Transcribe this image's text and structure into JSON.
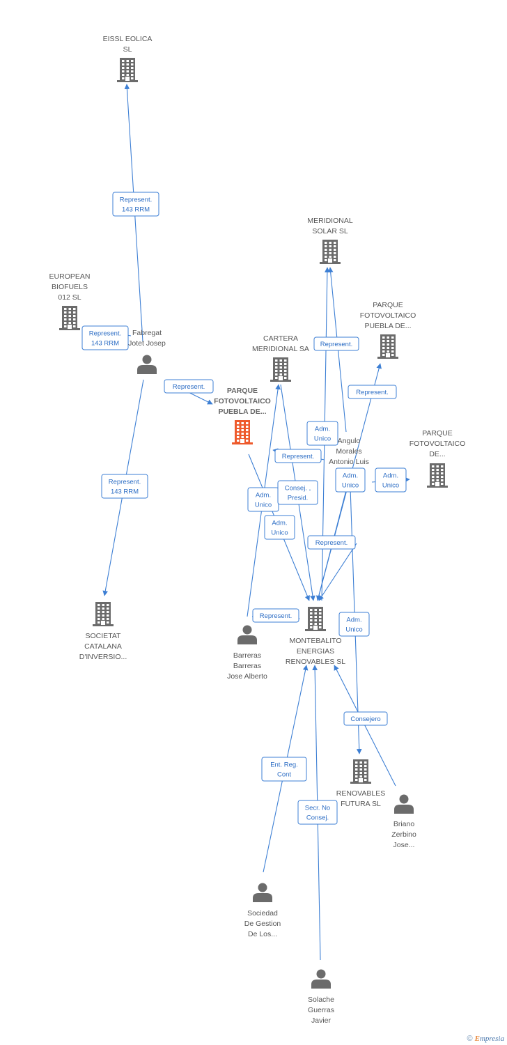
{
  "nodes": [
    {
      "id": "eissl",
      "type": "company",
      "lines": [
        "EISSL EOLICA",
        "SL"
      ]
    },
    {
      "id": "european",
      "type": "company",
      "lines": [
        "EUROPEAN",
        "BIOFUELS",
        "012 SL"
      ]
    },
    {
      "id": "fabregat",
      "type": "person",
      "lines": [
        "Fabregat",
        "Jotet Josep"
      ]
    },
    {
      "id": "focus",
      "type": "company",
      "focus": true,
      "lines": [
        "PARQUE",
        "FOTOVOLTAICO",
        "PUEBLA DE..."
      ]
    },
    {
      "id": "meridional_solar",
      "type": "company",
      "lines": [
        "MERIDIONAL",
        "SOLAR SL"
      ]
    },
    {
      "id": "cartera",
      "type": "company",
      "lines": [
        "CARTERA",
        "MERIDIONAL SA"
      ]
    },
    {
      "id": "parque2",
      "type": "company",
      "lines": [
        "PARQUE",
        "FOTOVOLTAICO",
        "PUEBLA DE..."
      ]
    },
    {
      "id": "angulo",
      "type": "person",
      "lines": [
        "Angulo",
        "Morales",
        "Antonio Luis"
      ]
    },
    {
      "id": "parque3",
      "type": "company",
      "lines": [
        "PARQUE",
        "FOTOVOLTAICO",
        "DE..."
      ]
    },
    {
      "id": "societat",
      "type": "company",
      "lines": [
        "SOCIETAT",
        "CATALANA",
        "D'INVERSIO..."
      ]
    },
    {
      "id": "montebalito",
      "type": "company",
      "lines": [
        "MONTEBALITO",
        "ENERGIAS",
        "RENOVABLES SL"
      ]
    },
    {
      "id": "barreras",
      "type": "person",
      "lines": [
        "Barreras",
        "Barreras",
        "Jose Alberto"
      ]
    },
    {
      "id": "renovables",
      "type": "company",
      "lines": [
        "RENOVABLES",
        "FUTURA SL"
      ]
    },
    {
      "id": "briano",
      "type": "person",
      "lines": [
        "Briano",
        "Zerbino",
        "Jose..."
      ]
    },
    {
      "id": "sociedad",
      "type": "person",
      "lines": [
        "Sociedad",
        "De Gestion",
        "De Los..."
      ]
    },
    {
      "id": "solache",
      "type": "person",
      "lines": [
        "Solache",
        "Guerras",
        "Javier"
      ]
    }
  ],
  "edges": [
    {
      "from": "fabregat",
      "to": "eissl",
      "lines": [
        "Represent.",
        "143 RRM"
      ]
    },
    {
      "from": "fabregat",
      "to": "european",
      "lines": [
        "Represent.",
        "143 RRM"
      ]
    },
    {
      "from": "fabregat",
      "to": "focus",
      "lines": [
        "Represent."
      ]
    },
    {
      "from": "fabregat",
      "to": "societat",
      "lines": [
        "Represent.",
        "143 RRM"
      ]
    },
    {
      "from": "montebalito",
      "to": "meridional_solar",
      "lines": [
        "Represent."
      ]
    },
    {
      "from": "angulo",
      "to": "meridional_solar",
      "lines": [
        "Adm.",
        "Unico"
      ]
    },
    {
      "from": "montebalito",
      "to": "parque2",
      "lines": [
        "Represent."
      ]
    },
    {
      "from": "angulo",
      "to": "cartera",
      "lines": [
        "Represent."
      ]
    },
    {
      "from": "angulo",
      "to": "parque3",
      "lines": [
        "Adm.",
        "Unico"
      ]
    },
    {
      "from": "angulo",
      "to": "montebalito",
      "lines": [
        "Adm.",
        "Unico"
      ]
    },
    {
      "from": "barreras",
      "to": "focus",
      "lines": [
        "Adm.",
        "Unico"
      ]
    },
    {
      "from": "cartera",
      "to": "montebalito",
      "lines": [
        "Consej. ,",
        "Presid."
      ]
    },
    {
      "from": "focus",
      "to": "montebalito",
      "lines": [
        "Adm.",
        "Unico"
      ]
    },
    {
      "from": "angulo",
      "to": "montebalito",
      "lines": [
        "Represent."
      ]
    },
    {
      "from": "barreras",
      "to": "montebalito",
      "lines": [
        "Represent."
      ]
    },
    {
      "from": "angulo",
      "to": "renovables",
      "lines": [
        "Adm.",
        "Unico"
      ]
    },
    {
      "from": "briano",
      "to": "montebalito",
      "lines": [
        "Consejero"
      ]
    },
    {
      "from": "sociedad",
      "to": "montebalito",
      "lines": [
        "Ent.  Reg.",
        "Cont"
      ]
    },
    {
      "from": "solache",
      "to": "montebalito",
      "lines": [
        "Secr.  No",
        "Consej."
      ]
    }
  ],
  "colors": {
    "edge": "#3d7fd4",
    "company": "#6b6b6b",
    "focus": "#ee5a2c",
    "person": "#6b6b6b"
  },
  "footer": {
    "copyright": "©",
    "brand_first": "E",
    "brand_rest": "mpresia"
  }
}
